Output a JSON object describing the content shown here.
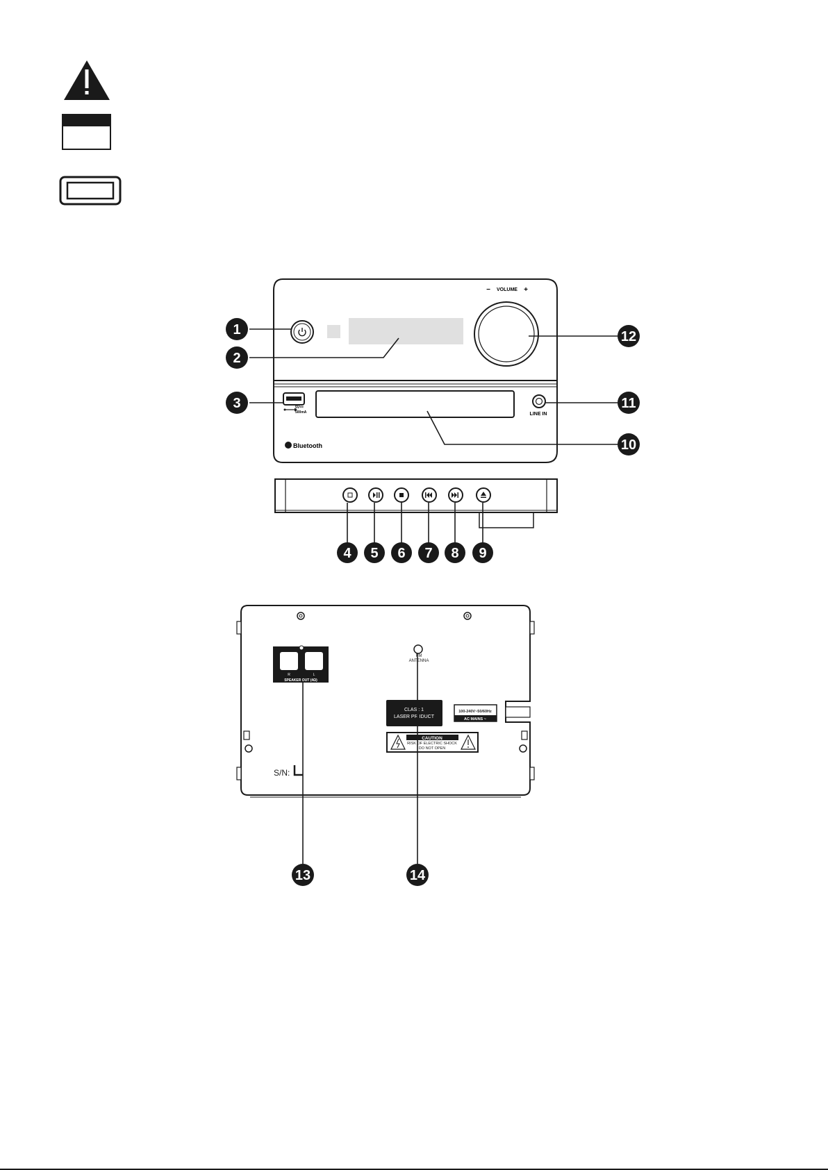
{
  "front": {
    "volume_minus": "−",
    "volume_label": "VOLUME",
    "volume_plus": "+",
    "usb_spec_line1": "5V==",
    "usb_spec_line2": "500mA",
    "line_in": "LINE IN",
    "bluetooth": "Bluetooth"
  },
  "callouts": [
    "1",
    "2",
    "3",
    "4",
    "5",
    "6",
    "7",
    "8",
    "9",
    "10",
    "11",
    "12",
    "13",
    "14"
  ],
  "back": {
    "speaker_r": "R",
    "speaker_l": "L",
    "speaker_out": "SPEAKER OUT (4Ω)",
    "fm_line1": "FM",
    "fm_line2": "ANTENNA",
    "laser_line1": "CLAS : 1",
    "laser_line2": "LASER PR IDUCT",
    "ac_line1": "100-240V~50/60Hz",
    "ac_line2": "AC MAINS ~",
    "caution_title": "CAUTION",
    "caution_line1": "RISK OF ELECTRIC SHOCK",
    "caution_line2": "DO NOT OPEN",
    "sn": "S/N:"
  }
}
